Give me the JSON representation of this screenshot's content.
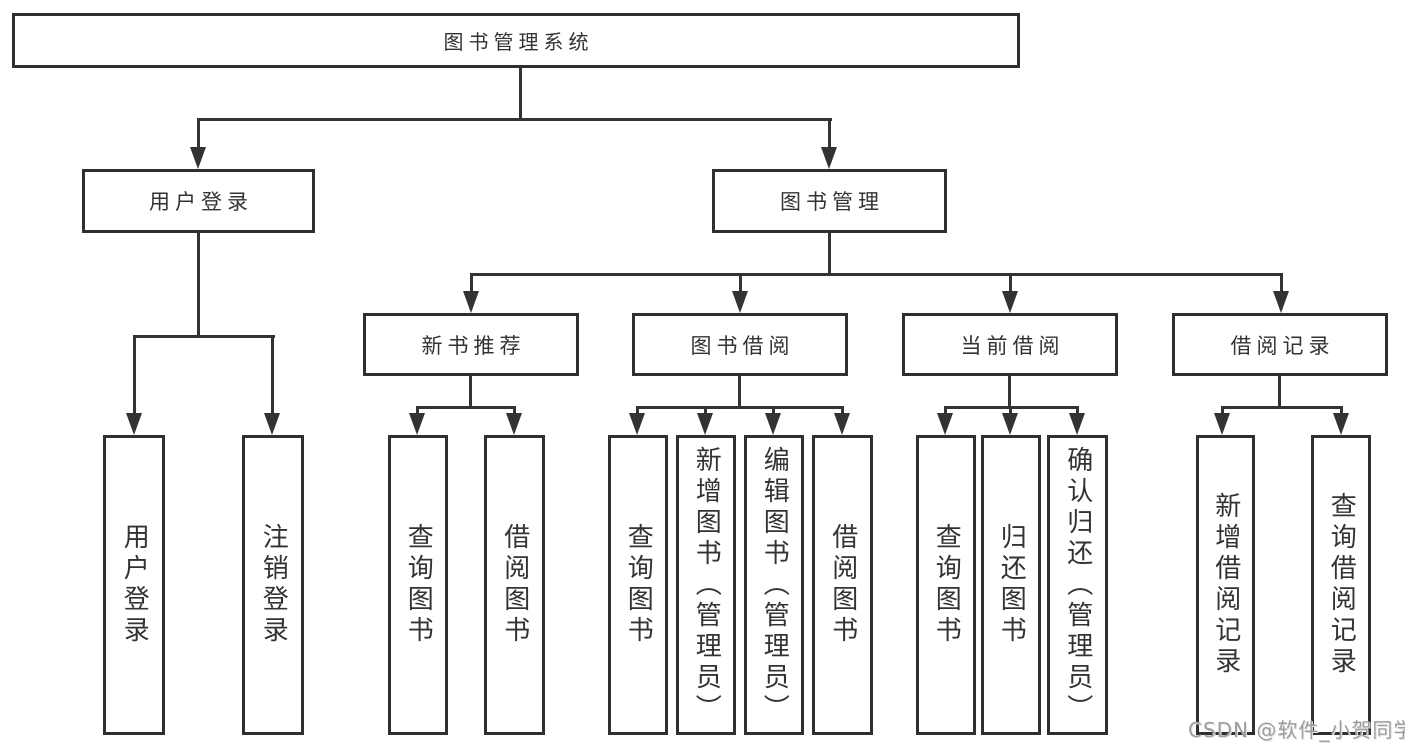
{
  "nodes": {
    "root": "图书管理系统",
    "user_login": "用户登录",
    "book_management": "图书管理",
    "new_book_recommendation": "新书推荐",
    "book_borrowing": "图书借阅",
    "current_borrowing": "当前借阅",
    "borrowing_records": "借阅记录"
  },
  "leaves": {
    "user_login": [
      "用户登录",
      "注销登录"
    ],
    "new_book_recommendation": [
      "查询图书",
      "借阅图书"
    ],
    "book_borrowing": [
      "查询图书",
      "新增图书（管理员）",
      "编辑图书（管理员）",
      "借阅图书"
    ],
    "current_borrowing": [
      "查询图书",
      "归还图书",
      "确认归还（管理员）"
    ],
    "borrowing_records": [
      "新增借阅记录",
      "查询借阅记录"
    ]
  },
  "watermark": "CSDN @软件_小贺同学",
  "colors": {
    "line": "#333333",
    "box_border": "#2f2f2f",
    "box_background": "#ffffff",
    "text": "#333333",
    "watermark": "#9e9e9e",
    "page_background": "#ffffff"
  }
}
